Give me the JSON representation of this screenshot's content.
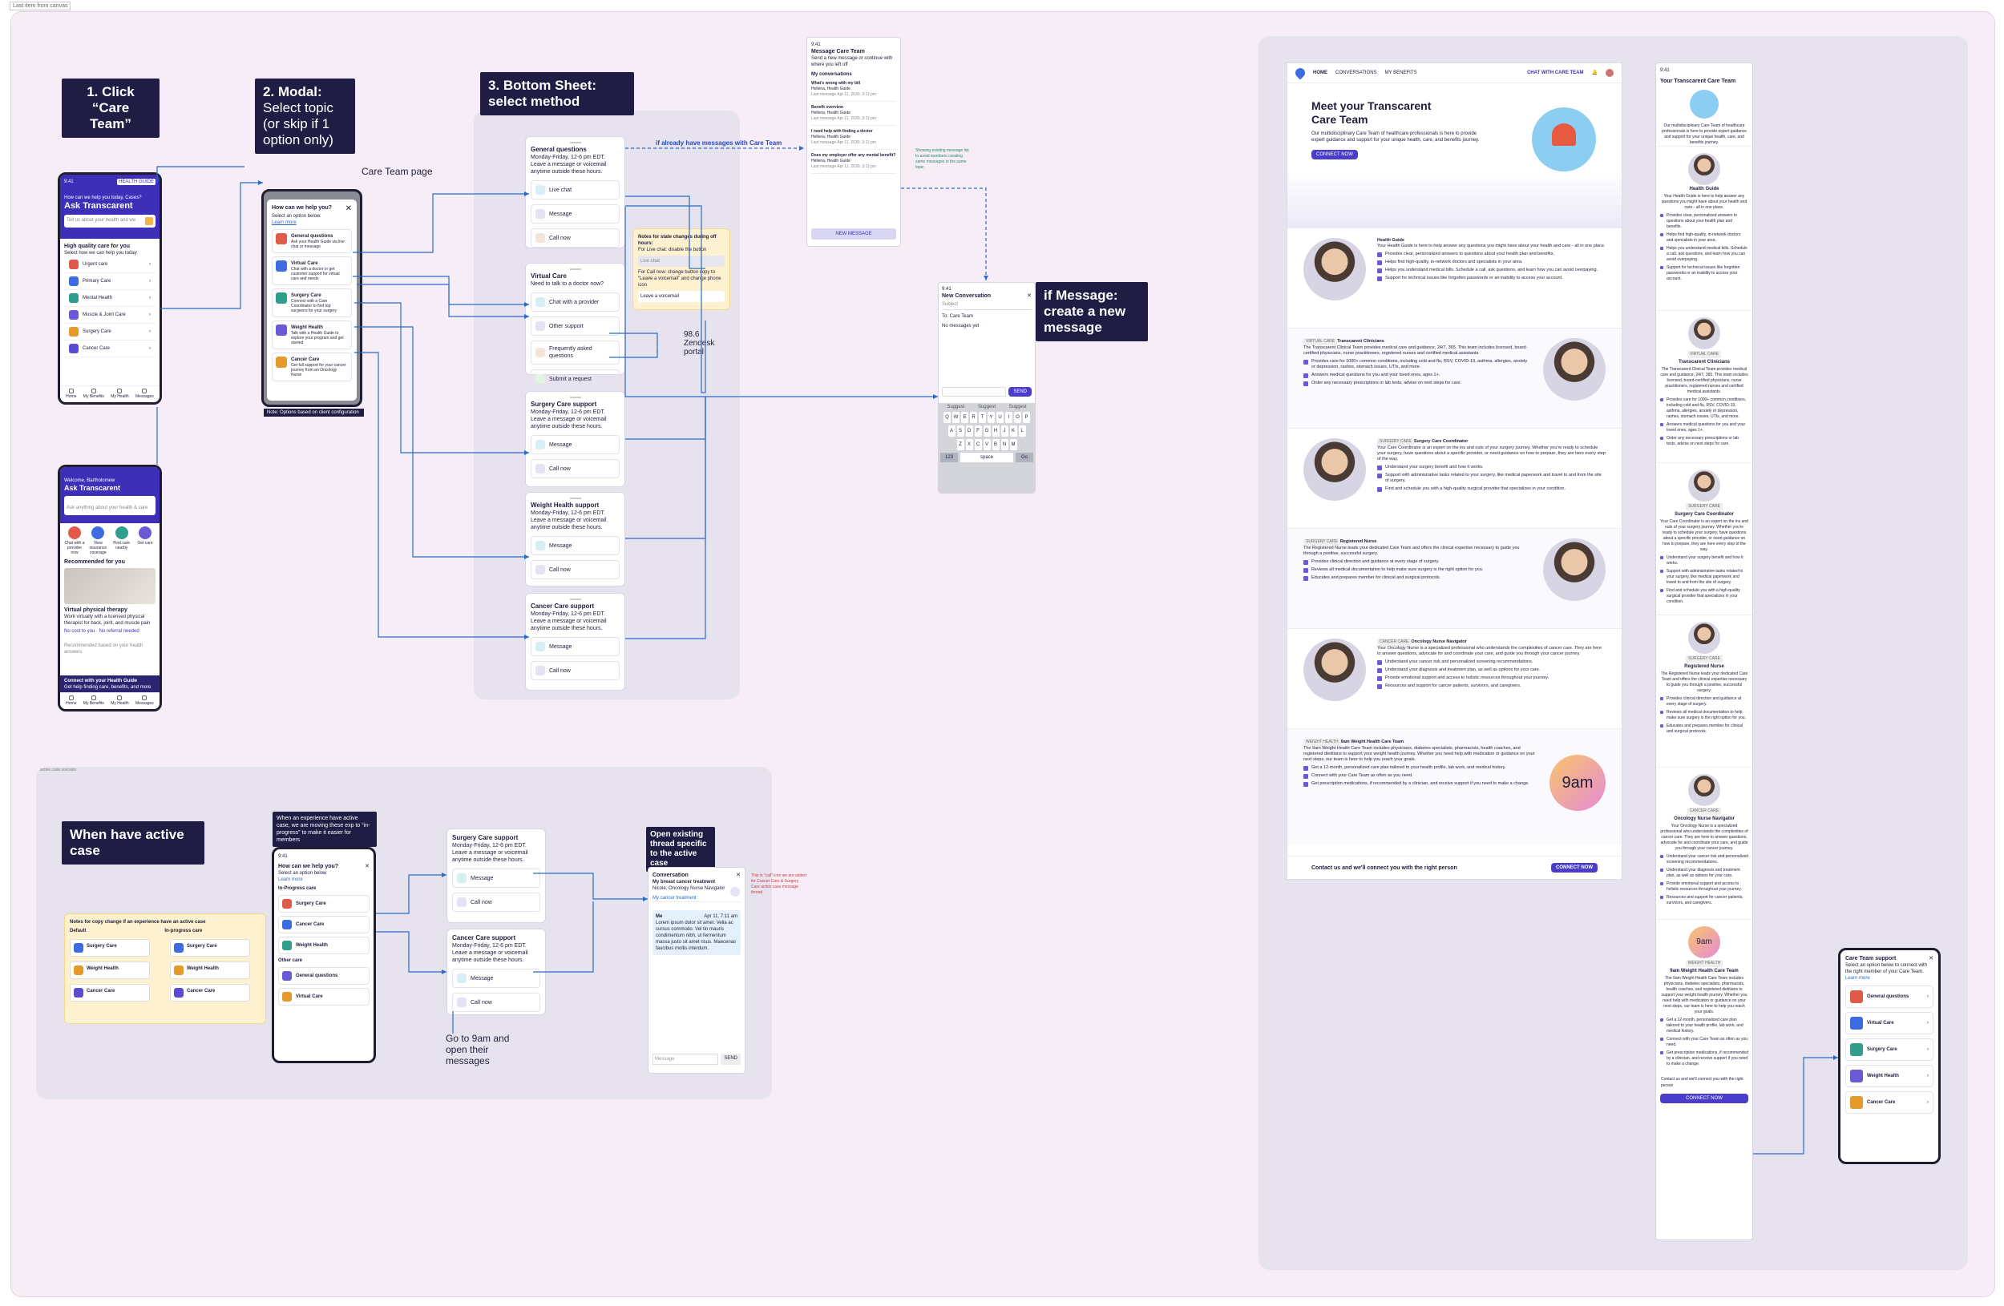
{
  "tag": "Last item from canvas",
  "labels": {
    "step1": "1. Click “Care Team”",
    "step2a": "2. Modal:",
    "step2b": "Select topic",
    "step2c": "(or skip if 1 option only)",
    "step3": "3. Bottom Sheet: select method",
    "if_message": "if Message: create a new message",
    "active_case": "When have active case",
    "active_note": "When an experience have active case, we are moving these exp to “in-progress” to make it easier for members",
    "open_existing": "Open existing thread specific to the active case"
  },
  "notes": {
    "care_team_page": "Care Team page",
    "if_already": "if already have messages with Care Team",
    "zendesk": "98.6 Zendesk portal",
    "options_note": "Note: Options based on client configuration",
    "go_9am": "Go to 9am and open their messages",
    "showing_existing": "Showing existing message list to avoid members creating same messages in the same topic.",
    "red_note": "This is “call” icon we are added for Cancer Care & Surgery Care active case message thread",
    "section_small": "active case scenario"
  },
  "home_phone": {
    "brand": "HEALTH GUIDE",
    "prompt": "How can we help you today, Cases?",
    "title": "Ask Transcarent",
    "search": "Tell us about your health and we",
    "heading": "High quality care for you",
    "sub": "Select how we can help you today",
    "items": [
      "Urgent care",
      "Primary Care",
      "Mental Health",
      "Muscle & Joint Care",
      "Surgery Care",
      "Cancer Care"
    ],
    "tabs": [
      "Home",
      "My Benefits",
      "My Health",
      "Messages"
    ]
  },
  "home_phone2": {
    "welcome": "Welcome, Bartholomew",
    "title": "Ask Transcarent",
    "search": "Ask anything about your health & care",
    "chips": [
      "Chat with a provider now",
      "View insurance coverage",
      "Find care nearby",
      "Get care"
    ],
    "recommended": "Recommended for you",
    "card_title": "Virtual physical therapy",
    "card_text": "Work virtually with a licensed physical therapist for back, joint, and muscle pain",
    "card_tags": "No cost to you · No referral needed",
    "footer_hint": "Recommended based on your health answers",
    "connect_title": "Connect with your Health Guide",
    "connect_sub": "Get help finding care, benefits, and more",
    "tabs": [
      "Home",
      "My Benefits",
      "My Health",
      "Messages"
    ]
  },
  "modal": {
    "title": "How can we help you?",
    "sub": "Select an option below.",
    "link": "Learn more",
    "options": [
      {
        "t": "General questions",
        "d": "Ask your Health Guide via live chat or message"
      },
      {
        "t": "Virtual Care",
        "d": "Chat with a doctor or get customer support for virtual care and needs"
      },
      {
        "t": "Surgery Care",
        "d": "Connect with a Care Coordinator to find top surgeons for your surgery"
      },
      {
        "t": "Weight Health",
        "d": "Talk with a Health Guide to explore your program and get started"
      },
      {
        "t": "Cancer Care",
        "d": "Get full support for your cancer journey from an Oncology Nurse"
      }
    ]
  },
  "sheets": [
    {
      "title": "General questions",
      "hours": "Monday-Friday, 12-6 pm EDT.",
      "desc": "Leave a message or voicemail anytime outside these hours.",
      "methods": [
        "Live chat",
        "Message",
        "Call now"
      ]
    },
    {
      "title": "Virtual Care",
      "hours": "Need to talk to a doctor now?",
      "desc": "",
      "methods": [
        "Chat with a provider",
        "Other support",
        "Frequently asked questions",
        "Submit a request"
      ]
    },
    {
      "title": "Surgery Care support",
      "hours": "Monday-Friday, 12-6 pm EDT.",
      "desc": "Leave a message or voicemail anytime outside these hours.",
      "methods": [
        "Message",
        "Call now"
      ]
    },
    {
      "title": "Weight Health support",
      "hours": "Monday-Friday, 12-6 pm EDT.",
      "desc": "Leave a message or voicemail anytime outside these hours.",
      "methods": [
        "Message",
        "Call now"
      ]
    },
    {
      "title": "Cancer Care support",
      "hours": "Monday-Friday, 12-6 pm EDT.",
      "desc": "Leave a message or voicemail anytime outside these hours.",
      "methods": [
        "Message",
        "Call now"
      ]
    }
  ],
  "yellow_note": {
    "title": "Notes for state changes during off hours:",
    "l1": "For Live chat: disable the button",
    "chip": "Live chat",
    "l2": "For Call now: change button copy to “Leave a voicemail” and change phone icon",
    "chip2": "Leave a voicemail"
  },
  "msg_list": {
    "title": "Message Care Team",
    "sub": "Send a new message or continue with where you left off",
    "section": "My conversations",
    "items": [
      {
        "t": "What's wrong with my bill",
        "n": "Hellena, Health Guide",
        "d": "Last message Apr 11, 2030, 3:11 pm"
      },
      {
        "t": "Benefit overview",
        "n": "Hellena, Health Guide",
        "d": "Last message Apr 11, 2030, 3:11 pm"
      },
      {
        "t": "I need help with finding a doctor",
        "n": "Hellena, Health Guide",
        "d": "Last message Apr 11, 2030, 3:11 pm"
      },
      {
        "t": "Does my employer offer any mental benefit?",
        "n": "Hellena, Health Guide",
        "d": "Last message Apr 11, 2030, 3:11 pm"
      }
    ],
    "button": "NEW MESSAGE"
  },
  "new_msg": {
    "title": "New Conversation",
    "subject": "Subject",
    "to": "To: Care Team",
    "empty": "No messages yet",
    "send": "SEND",
    "suggest": [
      "Suggest",
      "Suggest",
      "Suggest"
    ],
    "k1": [
      "Q",
      "W",
      "E",
      "R",
      "T",
      "Y",
      "U",
      "I",
      "O",
      "P"
    ],
    "k2": [
      "A",
      "S",
      "D",
      "F",
      "G",
      "H",
      "J",
      "K",
      "L"
    ],
    "k3": [
      "Z",
      "X",
      "C",
      "V",
      "B",
      "N",
      "M"
    ],
    "space": "space",
    "num": "123",
    "go": "Go"
  },
  "active_left": {
    "title": "Notes for copy change if an experience have an active case",
    "col1": "Default",
    "col2": "In-progress care",
    "rows": [
      [
        "Surgery Care",
        "Surgery Care"
      ],
      [
        "Weight Health",
        "Weight Health"
      ],
      [
        "Cancer Care",
        "Cancer Care"
      ]
    ]
  },
  "active_modal": {
    "title": "How can we help you?",
    "sub": "Select an option below",
    "link": "Learn more",
    "inprog": "In-Progress care",
    "other": "Other care",
    "options": [
      "Surgery Care",
      "Cancer Care",
      "Weight Health",
      "General questions",
      "Virtual Care"
    ]
  },
  "conversation": {
    "title": "Conversation",
    "subject": "My breast cancer treatment",
    "who": "Nicole, Oncology Nurse Navigator",
    "link": "My cancer treatment",
    "me": "Me",
    "time": "Apr 11, 7:11 am",
    "text": "Lorem ipsum dolor sit amet. Vella ac cursus commodo. Vel tin mauris condimentum nibh, ut fermentum massa justo sit amet risus. Maecenas faucibus mollis interdum.",
    "placeholder": "Message",
    "send": "SEND"
  },
  "team_page": {
    "nav": [
      "HOME",
      "CONVERSATIONS",
      "MY BENEFITS"
    ],
    "chat": "CHAT WITH CARE TEAM",
    "hero_title": "Meet your Transcarent Care Team",
    "hero_text": "Our multidisciplinary Care Team of healthcare professionals is here to provide expert guidance and support for your unique health, care, and benefits journey.",
    "hero_btn": "CONNECT NOW",
    "members": [
      {
        "tag": "",
        "name": "Health Guide",
        "text": "Your Health Guide is here to help answer any questions you might have about your health and care - all in one place.",
        "bullets": [
          "Provides clear, personalized answers to questions about your health plan and benefits.",
          "Helps find high-quality, in-network doctors and specialists in your area.",
          "Helps you understand medical bills. Schedule a call, ask questions, and learn how you can avoid overpaying.",
          "Support for technical issues like forgotten passwords or an inability to access your account."
        ]
      },
      {
        "tag": "VIRTUAL CARE",
        "name": "Transcarent Clinicians",
        "text": "The Transcarent Clinical Team provides medical care and guidance, 24/7, 365. This team includes licensed, board-certified physicians, nurse practitioners, registered nurses and certified medical assistants.",
        "bullets": [
          "Provides care for 1000+ common conditions, including cold and flu, RSV, COVID-19, asthma, allergies, anxiety or depression, rashes, stomach issues, UTIs, and more.",
          "Answers medical questions for you and your loved ones, ages 1+.",
          "Order any necessary prescriptions or lab tests, advise on next steps for care."
        ]
      },
      {
        "tag": "SURGERY CARE",
        "name": "Surgery Care Coordinator",
        "text": "Your Care Coordinator is an expert on the ins and outs of your surgery journey. Whether you're ready to schedule your surgery, have questions about a specific provider, or need guidance on how to prepare, they are here every step of the way.",
        "bullets": [
          "Understand your surgery benefit and how it works.",
          "Support with administrative tasks related to your surgery, like medical paperwork and travel to and from the site of surgery.",
          "Find and schedule you with a high-quality surgical provider that specializes in your condition."
        ]
      },
      {
        "tag": "SURGERY CARE",
        "name": "Registered Nurse",
        "text": "The Registered Nurse leads your dedicated Care Team and offers the clinical expertise necessary to guide you through a positive, successful surgery.",
        "bullets": [
          "Provides clinical direction and guidance at every stage of surgery.",
          "Reviews all medical documentation to help make sure surgery is the right option for you.",
          "Educates and prepares member for clinical and surgical protocols."
        ]
      },
      {
        "tag": "CANCER CARE",
        "name": "Oncology Nurse Navigator",
        "text": "Your Oncology Nurse is a specialized professional who understands the complexities of cancer care. They are here to answer questions, advocate for and coordinate your care, and guide you through your cancer journey.",
        "bullets": [
          "Understand your cancer risk and personalized screening recommendations.",
          "Understand your diagnosis and treatment plan, as well as options for your care.",
          "Provide emotional support and access to holistic resources throughout your journey.",
          "Resources and support for cancer patients, survivors, and caregivers."
        ]
      },
      {
        "tag": "WEIGHT HEALTH",
        "name": "9am Weight Health Care Team",
        "text": "The 9am Weight Health Care Team includes physicians, diabetes specialists, pharmacists, health coaches, and registered dietitians to support your weight health journey. Whether you need help with medication or guidance on your next steps, our team is here to help you reach your goals.",
        "bullets": [
          "Get a 12-month, personalized care plan tailored to your health profile, lab work, and medical history.",
          "Connect with your Care Team as often as you need.",
          "Get prescription medications, if recommended by a clinician, and receive support if you need to make a change."
        ]
      }
    ],
    "nine": "9am",
    "footer": "Contact us and we'll connect you with the right person",
    "footer_btn": "CONNECT NOW"
  },
  "right_phone": {
    "title": "Your Transcarent Care Team",
    "text": "Our multidisciplinary Care Team of healthcare professionals is here to provide expert guidance and support for your unique health, care, and benefits journey.",
    "people": [
      "Health Guide",
      "Transcarent Clinicians",
      "Surgery Care Coordinator",
      "Registered Nurse",
      "Oncology Nurse Navigator",
      "9am Weight Health Care Team"
    ],
    "footer": "Contact us and we'll connect you with the right person",
    "btn": "CONNECT NOW"
  },
  "support_phone": {
    "title": "Care Team support",
    "sub": "Select an option below to connect with the right member of your Care Team.",
    "link": "Learn more",
    "options": [
      "General questions",
      "Virtual Care",
      "Surgery Care",
      "Weight Health",
      "Cancer Care"
    ]
  },
  "colors": {
    "accent": "#4a3dc9",
    "navy": "#201d45",
    "canvas": "#f6edf6",
    "section": "#e6e3ef",
    "link": "#2a6cc4"
  }
}
